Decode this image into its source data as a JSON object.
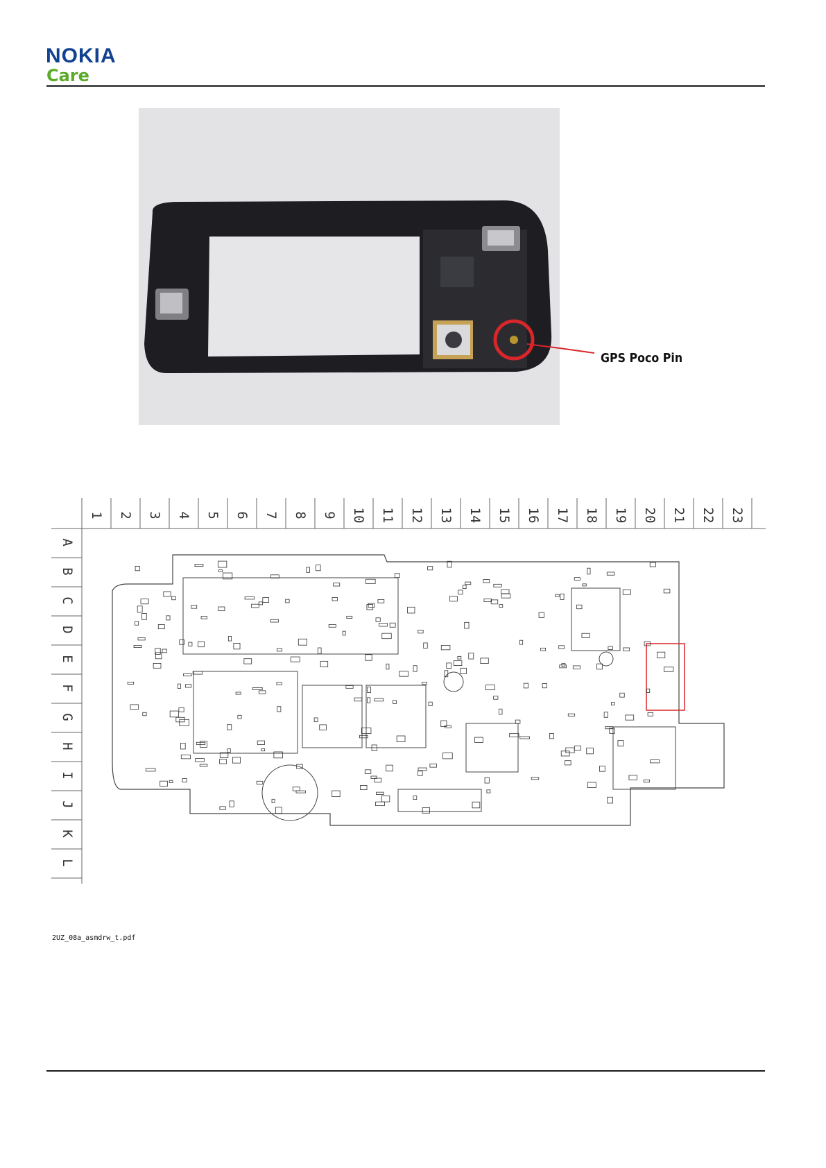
{
  "header": {
    "brand": "NOKIA",
    "sub_brand": "Care"
  },
  "figure_photo": {
    "callout_label": "GPS Poco Pin"
  },
  "board_grid": {
    "columns": [
      "1",
      "2",
      "3",
      "4",
      "5",
      "6",
      "7",
      "8",
      "9",
      "10",
      "11",
      "12",
      "13",
      "14",
      "15",
      "16",
      "17",
      "18",
      "19",
      "20",
      "21",
      "22",
      "23"
    ],
    "rows": [
      "A",
      "B",
      "C",
      "D",
      "E",
      "F",
      "G",
      "H",
      "I",
      "J",
      "K",
      "L"
    ]
  },
  "caption": "2UZ_08a_asmdrw_t.pdf",
  "colors": {
    "nokia_blue": "#124191",
    "care_green": "#5bab2a",
    "highlight_red": "#d8262b"
  }
}
